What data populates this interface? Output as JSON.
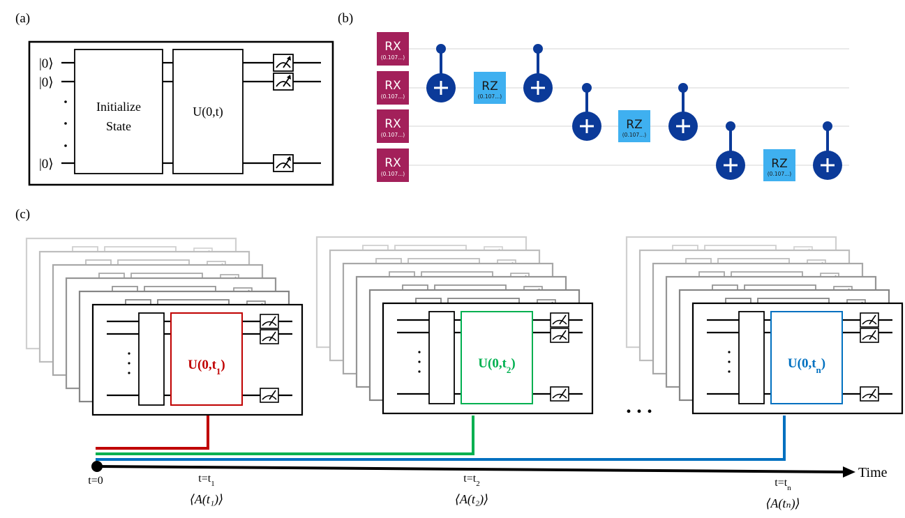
{
  "panel_a": {
    "label": "(a)",
    "ket_top1": "|0⟩",
    "ket_top2": "|0⟩",
    "ket_bottom": "|0⟩",
    "init_line1": "Initialize",
    "init_line2": "State",
    "unitary": "U(0,t)"
  },
  "panel_b": {
    "label": "(b)",
    "rx_label": "RX",
    "rx_param": "(0.107...)",
    "rz_label": "RZ",
    "rz_param": "(0.107...)",
    "colors": {
      "rx": "#a3205a",
      "rz": "#3fb0f0",
      "cnot": "#0b3a99",
      "wire": "#dddddd"
    }
  },
  "panel_c": {
    "label": "(c)",
    "u1_main": "U(0,t",
    "u1_sub": "1",
    "u2_main": "U(0,t",
    "u2_sub": "2",
    "un_main": "U(0,t",
    "un_sub": "n",
    "ellipsis": ". . .",
    "t0": "t=0",
    "t1_main": "t=t",
    "t1_sub": "1",
    "t2_main": "t=t",
    "t2_sub": "2",
    "tn_main": "t=t",
    "tn_sub": "n",
    "a1": "⟨A(t₁)⟩",
    "a2": "⟨A(t₂)⟩",
    "an": "⟨A(tₙ)⟩",
    "time": "Time",
    "colors": {
      "t1": "#c00000",
      "t2": "#00b050",
      "tn": "#0070c0"
    }
  }
}
